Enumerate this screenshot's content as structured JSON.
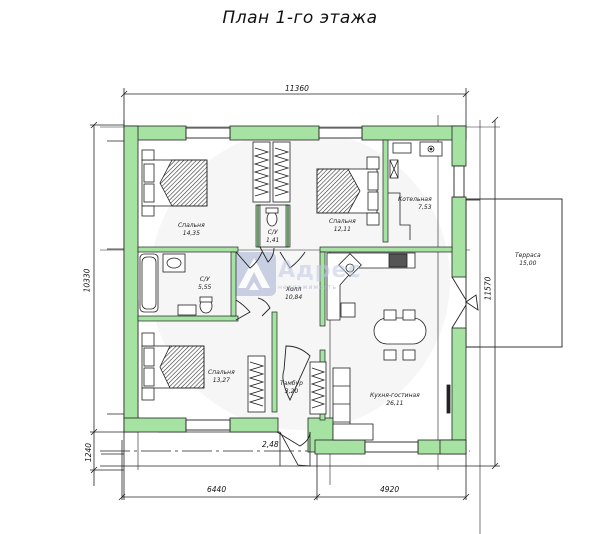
{
  "title": "План 1-го этажа",
  "colors": {
    "wall": "#a6e3a3",
    "wall_stroke": "#222222",
    "background": "#ffffff",
    "watermark": "#b8c4e0"
  },
  "watermark": {
    "text": "Адрес",
    "subtext": "недвижимость",
    "icon": "house-logo-icon"
  },
  "dimensions": {
    "top_total": "11360",
    "bottom_left": "6440",
    "bottom_right": "4920",
    "left_main": "10330",
    "left_porch": "1240",
    "right_total": "11570",
    "porch_width": "2,48"
  },
  "rooms": [
    {
      "id": "bedroom-1",
      "name": "Спальня",
      "area": "14,35"
    },
    {
      "id": "bedroom-2",
      "name": "Спальня",
      "area": "12,11"
    },
    {
      "id": "boiler-room",
      "name": "Котельная",
      "area": "7,53"
    },
    {
      "id": "wc",
      "name": "С/У",
      "area": "1,41"
    },
    {
      "id": "bathroom",
      "name": "С/У",
      "area": "5,55"
    },
    {
      "id": "hall",
      "name": "Холл",
      "area": "10,84"
    },
    {
      "id": "bedroom-3",
      "name": "Спальня",
      "area": "13,27"
    },
    {
      "id": "vestibule",
      "name": "Тамбур",
      "area": "3,20"
    },
    {
      "id": "kitchen-living",
      "name": "Кухня-гостиная",
      "area": "26,11"
    },
    {
      "id": "terrace",
      "name": "Терраса",
      "area": "15,00"
    }
  ]
}
